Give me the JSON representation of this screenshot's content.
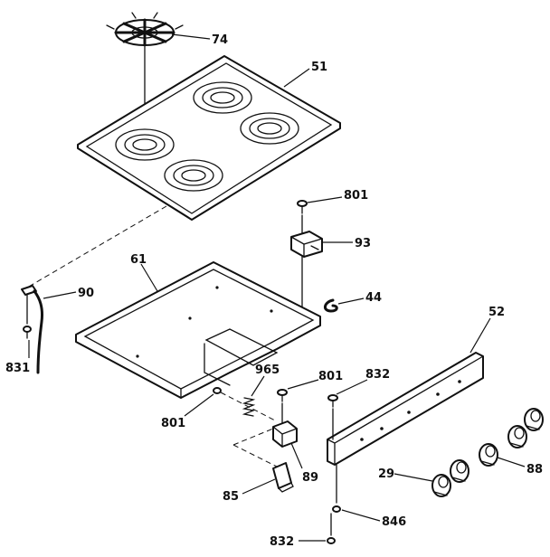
{
  "labels": {
    "grate": "74",
    "cooktop": "51",
    "screw_top": "801",
    "bracket": "93",
    "clip": "44",
    "burner_box": "61",
    "tube": "90",
    "screw_tube": "831",
    "control_panel": "52",
    "screw_panel": "832",
    "spring": "965",
    "screw_bracket": "801",
    "screw_box": "801",
    "bracket_lower": "89",
    "lower_plate": "85",
    "knob_left": "29",
    "knob_right": "88",
    "screw_lower": "846",
    "screw_bottom": "832"
  }
}
